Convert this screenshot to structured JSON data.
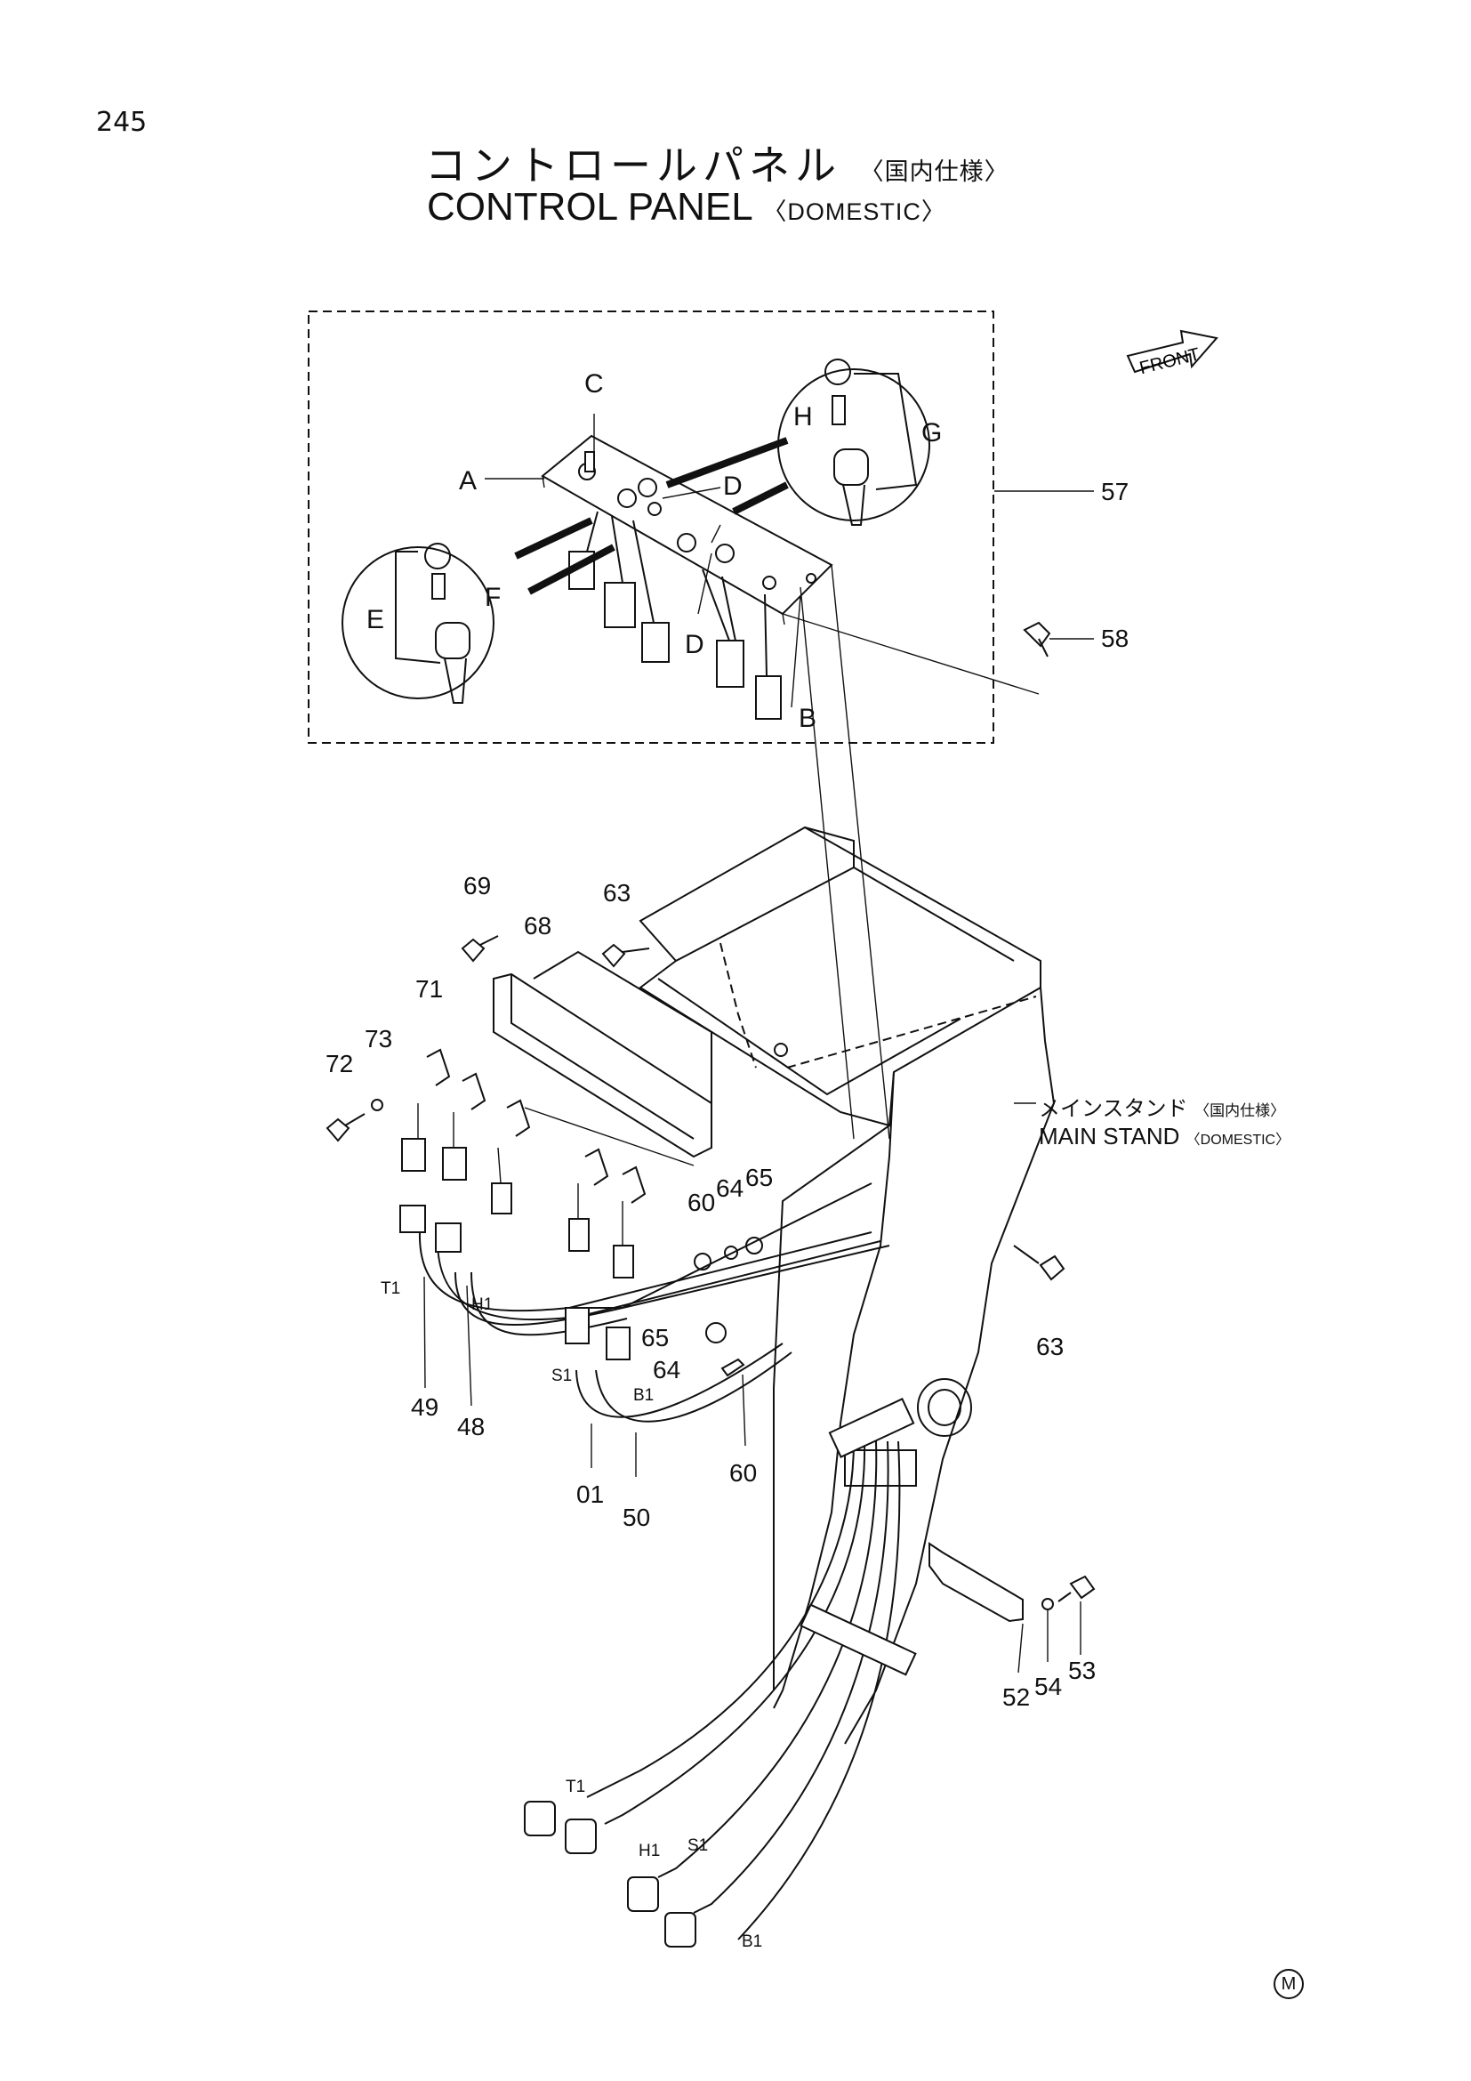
{
  "page": {
    "number": "245"
  },
  "title": {
    "jp": "コントロールパネル",
    "jp_suffix": "〈国内仕様〉",
    "en": "CONTROL PANEL",
    "en_suffix": "〈DOMESTIC〉"
  },
  "front_arrow": {
    "label": "FRONT"
  },
  "main_stand": {
    "jp": "メインスタンド",
    "jp_suffix": "〈国内仕様〉",
    "en": "MAIN STAND",
    "en_suffix": "〈DOMESTIC〉"
  },
  "callouts": {
    "A": "A",
    "B": "B",
    "C": "C",
    "D1": "D",
    "D2": "D",
    "E": "E",
    "F": "F",
    "G": "G",
    "H": "H",
    "p57": "57",
    "p58": "58",
    "p69": "69",
    "p68": "68",
    "p63a": "63",
    "p63b": "63",
    "p71": "71",
    "p73": "73",
    "p72": "72",
    "p60a": "60",
    "p60b": "60",
    "p64a": "64",
    "p64b": "64",
    "p65a": "65",
    "p65b": "65",
    "p49": "49",
    "p48": "48",
    "p01": "01",
    "p50": "50",
    "p52": "52",
    "p54": "54",
    "p53": "53"
  },
  "wire_tags": {
    "T1_top": "T1",
    "H1_top": "H1",
    "S1_top": "S1",
    "B1_top": "B1",
    "T1_bottom": "T1",
    "H1_bottom": "H1",
    "S1_bottom": "S1",
    "B1_bottom": "B1"
  },
  "footer_mark": "M"
}
